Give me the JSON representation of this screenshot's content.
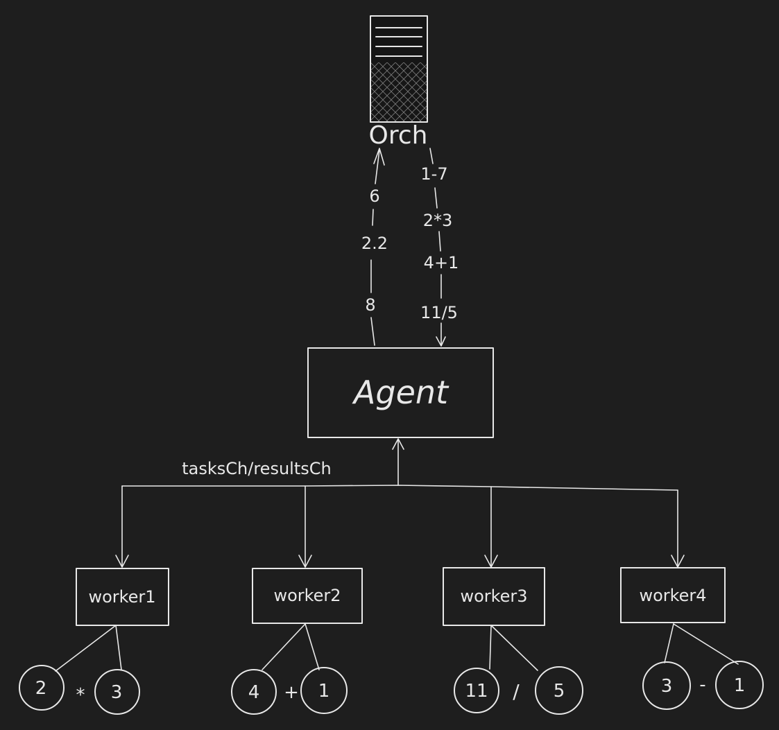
{
  "server": {
    "label": "Orch",
    "icon": "server-icon"
  },
  "upstream": {
    "values": [
      "6",
      "2.2",
      "8"
    ]
  },
  "downstream": {
    "values": [
      "1-7",
      "2*3",
      "4+1",
      "11/5"
    ]
  },
  "agent": {
    "label": "Agent"
  },
  "bus": {
    "label": "tasksCh/resultsCh"
  },
  "workers": [
    {
      "label": "worker1",
      "left": "2",
      "op": "*",
      "right": "3"
    },
    {
      "label": "worker2",
      "left": "4",
      "op": "+",
      "right": "1"
    },
    {
      "label": "worker3",
      "left": "11",
      "op": "/",
      "right": "5"
    },
    {
      "label": "worker4",
      "left": "3",
      "op": "-",
      "right": "1"
    }
  ],
  "colors": {
    "background": "#1e1e1e",
    "stroke": "#e8e8e8"
  }
}
